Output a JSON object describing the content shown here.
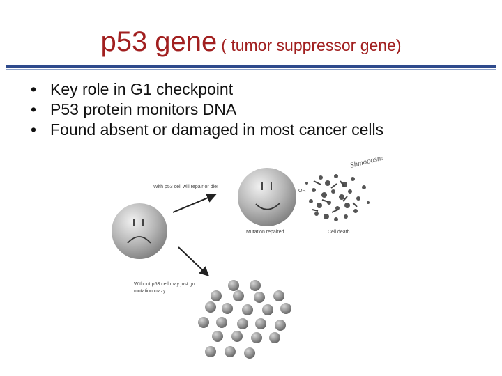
{
  "slide": {
    "title_main": "p53 gene",
    "title_sub": "( tumor suppressor gene)",
    "bullet_glyph": "•",
    "bullets": [
      "Key role in G1 checkpoint",
      "P53 protein monitors DNA",
      "Found absent or damaged in most cancer cells"
    ]
  },
  "diagram": {
    "with_p53": "With p53 cell will repair or die!",
    "or_label": "OR",
    "shmooosh": "Shmooosh!",
    "mutation_repaired": "Mutation repaired",
    "cell_death": "Cell death",
    "without_p53_line1": "Without p53 cell may just go",
    "without_p53_line2": "mutation crazy"
  },
  "colors": {
    "title": "#a11f1f",
    "rule": "#2e4a8c",
    "text": "#111111"
  }
}
